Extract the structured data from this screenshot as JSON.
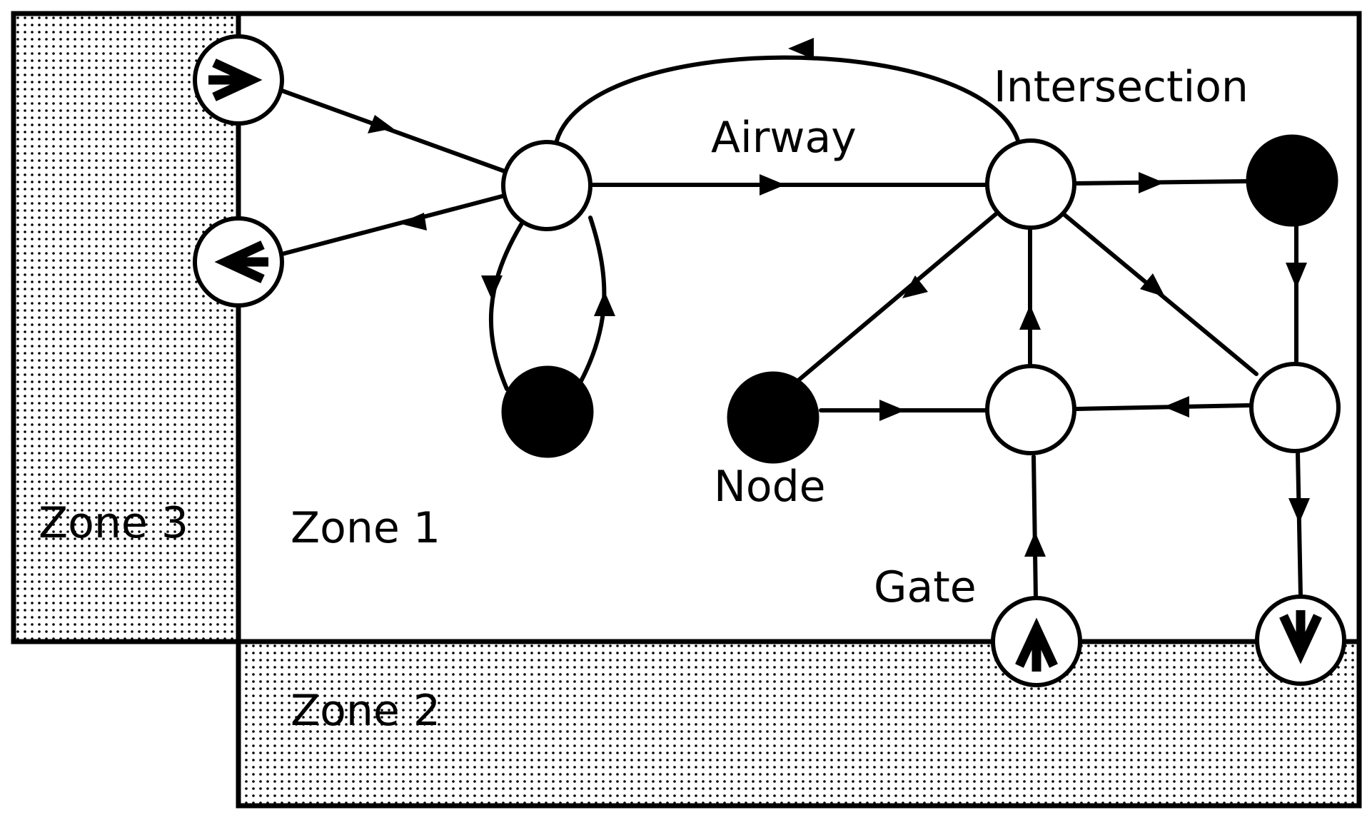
{
  "labels": {
    "intersection": "Intersection",
    "airway": "Airway",
    "node": "Node",
    "gate": "Gate",
    "zone1": "Zone 1",
    "zone2": "Zone 2",
    "zone3": "Zone 3"
  },
  "nodes": [
    {
      "id": "west-hub",
      "kind": "open"
    },
    {
      "id": "west-loop-node",
      "kind": "filled"
    },
    {
      "id": "intersection-node",
      "kind": "open"
    },
    {
      "id": "east-filled-node",
      "kind": "filled"
    },
    {
      "id": "south-filled-node",
      "kind": "filled"
    },
    {
      "id": "center-open-node",
      "kind": "open"
    },
    {
      "id": "east-open-node",
      "kind": "open"
    }
  ],
  "gates": [
    {
      "id": "entry-gate-zone3",
      "direction": "right"
    },
    {
      "id": "exit-gate-zone3",
      "direction": "left"
    },
    {
      "id": "entry-gate-zone2",
      "direction": "up"
    },
    {
      "id": "exit-gate-zone2",
      "direction": "down"
    }
  ],
  "edges": [
    {
      "from": "entry-gate-zone3",
      "to": "west-hub"
    },
    {
      "from": "west-hub",
      "to": "exit-gate-zone3"
    },
    {
      "from": "west-hub",
      "to": "intersection-node"
    },
    {
      "from": "intersection-node",
      "to": "west-hub"
    },
    {
      "from": "west-hub",
      "to": "west-loop-node"
    },
    {
      "from": "west-loop-node",
      "to": "west-hub"
    },
    {
      "from": "intersection-node",
      "to": "east-filled-node"
    },
    {
      "from": "intersection-node",
      "to": "south-filled-node"
    },
    {
      "from": "intersection-node",
      "to": "east-open-node"
    },
    {
      "from": "east-filled-node",
      "to": "east-open-node"
    },
    {
      "from": "south-filled-node",
      "to": "center-open-node"
    },
    {
      "from": "center-open-node",
      "to": "intersection-node"
    },
    {
      "from": "east-open-node",
      "to": "center-open-node"
    },
    {
      "from": "entry-gate-zone2",
      "to": "center-open-node"
    },
    {
      "from": "east-open-node",
      "to": "exit-gate-zone2"
    }
  ],
  "colors": {
    "stroke": "#000000",
    "background": "#ffffff",
    "zone_fill": "#ffffff",
    "dot": "#000000"
  }
}
